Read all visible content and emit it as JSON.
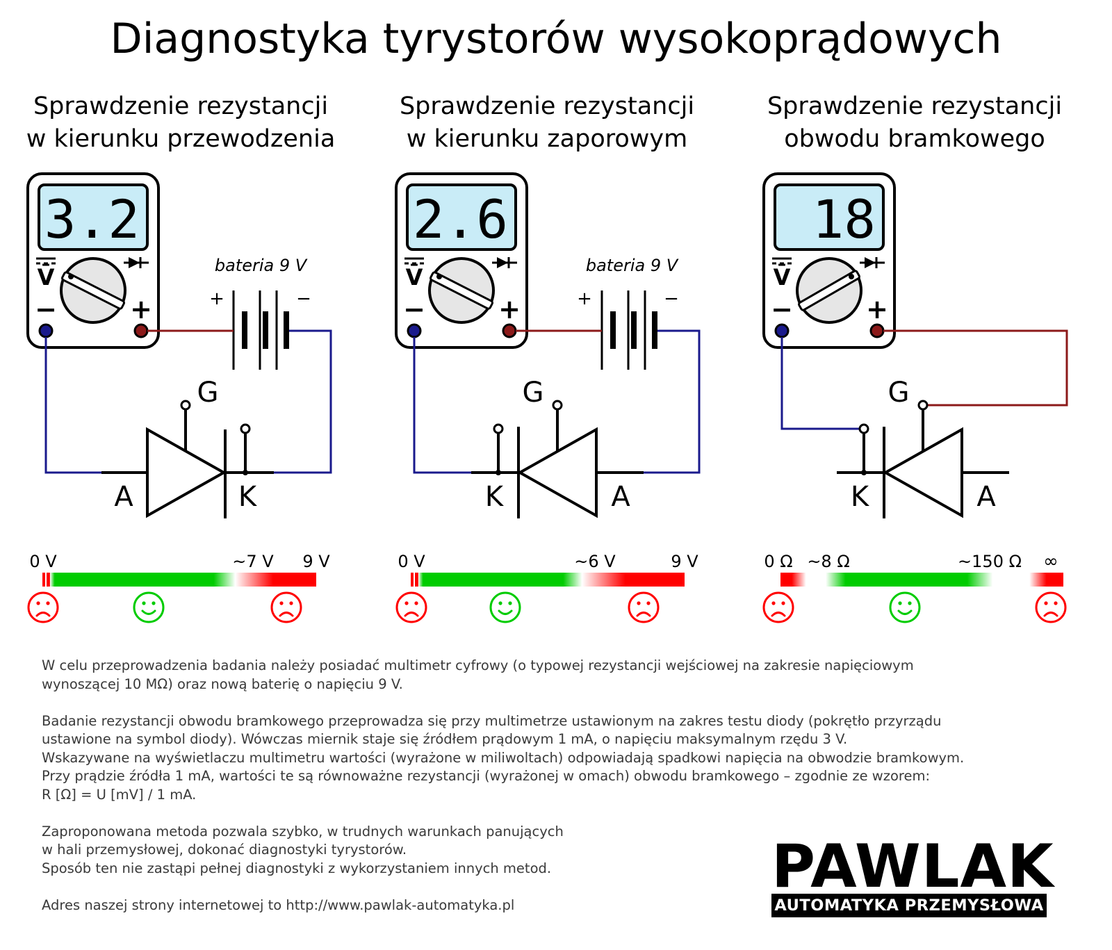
{
  "title": "Diagnostyka tyrystorów wysokoprądowych",
  "colors": {
    "lcd_background": "#c9ecf7",
    "probe_negative": "#1a1a8c",
    "probe_positive": "#8c1a1a",
    "wire_negative": "#1a1a8c",
    "wire_positive": "#8c1a1a",
    "good": "#00cc00",
    "bad": "#ff0000"
  },
  "panels": [
    {
      "title_line1": "Sprawdzenie rezystancji",
      "title_line2": "w kierunku przewodzenia",
      "display": "3.2",
      "dial_symbol": "V̄",
      "minus_label": "−",
      "plus_label": "+",
      "diode_symbol_icon": "diode-symbol-icon",
      "battery_label": "bateria 9 V",
      "battery_plus": "+",
      "battery_minus": "−",
      "gate_label": "G",
      "left_terminal_label": "A",
      "right_terminal_label": "K",
      "scale_labels": [
        "0 V",
        "~7 V",
        "9 V"
      ],
      "scale_stops": [
        0,
        7,
        9
      ],
      "faces": [
        "sad-face-icon",
        "happy-face-icon",
        "sad-face-icon"
      ]
    },
    {
      "title_line1": "Sprawdzenie rezystancji",
      "title_line2": "w kierunku zaporowym",
      "display": "2.6",
      "dial_symbol": "V̄",
      "minus_label": "−",
      "plus_label": "+",
      "diode_symbol_icon": "diode-symbol-icon",
      "battery_label": "bateria 9 V",
      "battery_plus": "+",
      "battery_minus": "−",
      "gate_label": "G",
      "left_terminal_label": "K",
      "right_terminal_label": "A",
      "scale_labels": [
        "0 V",
        "~6 V",
        "9 V"
      ],
      "scale_stops": [
        0,
        6,
        9
      ],
      "faces": [
        "sad-face-icon",
        "happy-face-icon",
        "sad-face-icon"
      ]
    },
    {
      "title_line1": "Sprawdzenie rezystancji",
      "title_line2": "obwodu bramkowego",
      "display": "18",
      "dial_symbol": "V̄",
      "minus_label": "−",
      "plus_label": "+",
      "diode_symbol_icon": "diode-symbol-icon",
      "gate_label": "G",
      "left_terminal_label": "K",
      "right_terminal_label": "A",
      "scale_labels": [
        "0 Ω",
        "~8 Ω",
        "~150 Ω",
        "∞"
      ],
      "scale_stops": [
        "0",
        "8",
        "150",
        "∞"
      ],
      "faces": [
        "sad-face-icon",
        "happy-face-icon",
        "sad-face-icon"
      ]
    }
  ],
  "description": {
    "paragraph1": [
      "W celu przeprowadzenia badania należy posiadać multimetr cyfrowy (o typowej rezystancji wejściowej na zakresie napięciowym",
      "wynoszącej 10 MΩ) oraz nową baterię o napięciu 9 V."
    ],
    "paragraph2": [
      "Badanie rezystancji obwodu bramkowego przeprowadza się przy multimetrze ustawionym na zakres testu diody (pokrętło przyrządu",
      "ustawione na symbol diody). Wówczas miernik staje się źródłem prądowym 1 mA, o napięciu maksymalnym rzędu 3 V.",
      "Wskazywane na wyświetlaczu multimetru wartości (wyrażone w miliwoltach) odpowiadają spadkowi napięcia na obwodzie bramkowym.",
      "Przy prądzie źródła 1 mA, wartości te są równoważne rezystancji (wyrażonej w omach) obwodu bramkowego – zgodnie ze wzorem:",
      "R [Ω] = U [mV] / 1 mA."
    ],
    "paragraph3": [
      "Zaproponowana metoda pozwala szybko, w trudnych warunkach panujących",
      "w hali przemysłowej, dokonać diagnostyki tyrystorów.",
      "Sposób ten nie zastąpi pełnej diagnostyki z wykorzystaniem innych metod."
    ],
    "paragraph4": [
      "Adres naszej strony internetowej to http://www.pawlak-automatyka.pl"
    ]
  },
  "logo": {
    "title": "PAWLAK",
    "subtitle": "AUTOMATYKA PRZEMYSŁOWA"
  }
}
